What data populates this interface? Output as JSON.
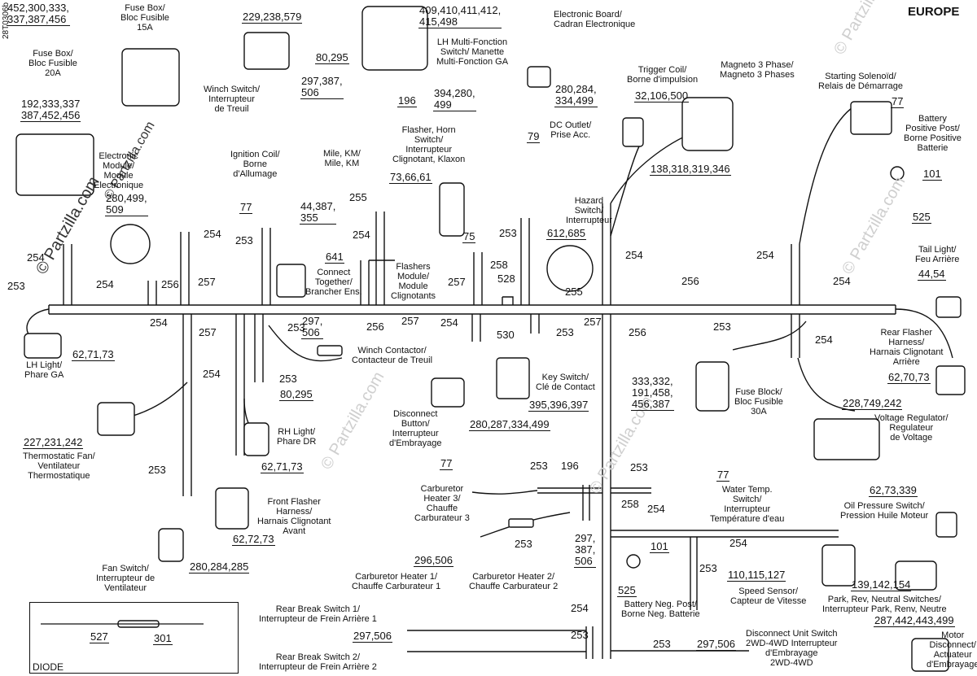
{
  "header": {
    "region": "EUROPE",
    "doc_code": "28T0306b"
  },
  "watermark": {
    "brand": "© Partzilla.com"
  },
  "components": {
    "fuse15": {
      "name": "Fuse Box/\nBloc Fusible\n15A",
      "part": "452,300,333,\n337,387,456"
    },
    "fuse20": {
      "name": "Fuse Box/\nBloc Fusible\n20A",
      "part": "192,333,337\n387,452,456"
    },
    "winch_switch": {
      "name": "Winch Switch/\nInterrupteur\nde Treuil",
      "part": "229,238,579"
    },
    "mile": {
      "name": "Mile, KM/\nMile, KM",
      "part_a": "80,295",
      "part_b": "297,387,\n506",
      "part_c": "196"
    },
    "elec_board": {
      "name": "Electronic Board/\nCadran Electronique",
      "part": "409,410,411,412,\n415,498"
    },
    "lh_multi": {
      "name": "LH Multi-Fonction\nSwitch/ Manette\nMulti-Fonction GA",
      "part_a": "394,280,\n499",
      "part_b": "280,284,\n334,499"
    },
    "trigger": {
      "name": "Trigger Coil/\nBorne d'impulsion",
      "part": "32,106,500"
    },
    "magneto": {
      "name": "Magneto 3 Phase/\nMagneto 3 Phases",
      "part": "138,318,319,346"
    },
    "starting": {
      "name": "Starting Solenoïd/\nRelais de Démarrage",
      "part": "77"
    },
    "battery_pos": {
      "name": "Battery\nPositive Post/\nBorne Positive\nBatterie",
      "part_a": "101",
      "part_b": "525"
    },
    "electronic_module": {
      "name": "Electronic\nModule/\nModule\nElectronique",
      "part": "280,499,\n509"
    },
    "ignition": {
      "name": "Ignition Coil/\nBorne\nd'Allumage",
      "part": "77"
    },
    "flasher_horn": {
      "name": "Flasher, Horn\nSwitch/\nInterrupteur\nClignotant, Klaxon",
      "part": "73,66,61"
    },
    "dc_outlet": {
      "name": "DC Outlet/\nPrise Acc.",
      "part": "79"
    },
    "hazard": {
      "name": "Hazard\nSwitch/\nInterrupteur",
      "part": "612,685"
    },
    "connect_together": {
      "name": "Connect\nTogether/\nBrancher Ens.",
      "part_a": "44,387,\n355",
      "part_b": "641"
    },
    "flashers_module": {
      "name": "Flashers\nModule/\nModule\nClignotants",
      "part": "75"
    },
    "tail_light": {
      "name": "Tail Light/\nFeu Arrière",
      "part": "44,54"
    },
    "lh_light": {
      "name": "LH Light/\nPhare GA",
      "part": "62,71,73"
    },
    "winch_contactor": {
      "name": "Winch Contactor/\nContacteur de Treuil",
      "part_a": "297,\n506",
      "part_b": "80,295"
    },
    "key_switch": {
      "name": "Key Switch/\nClé de Contact",
      "part": "395,396,397"
    },
    "rear_flasher": {
      "name": "Rear Flasher\nHarness/\nHarnais Clignotant\nArrière",
      "part": "62,70,73"
    },
    "fuse_block": {
      "name": "Fuse Block/\nBloc Fusible\n30A",
      "part": "333,332,\n191,458,\n456,387"
    },
    "disconnect_button": {
      "name": "Disconnect\nButton/\nInterrupteur\nd'Embrayage",
      "part": "280,287,334,499"
    },
    "thermo_fan": {
      "name": "Thermostatic Fan/\nVentilateur\nThermostatique",
      "part": "227,231,242"
    },
    "rh_light": {
      "name": "RH Light/\nPhare DR",
      "part": "62,71,73"
    },
    "voltage_reg": {
      "name": "Voltage Regulator/\nRegulateur\nde Voltage",
      "part": "228,749,242"
    },
    "front_flasher": {
      "name": "Front Flasher\nHarness/\nHarnais Clignotant\nAvant",
      "part": "62,72,73"
    },
    "carb3": {
      "name": "Carburetor\nHeater 3/\nChauffe\nCarburateur 3",
      "part": "77"
    },
    "water_temp": {
      "name": "Water Temp.\nSwitch/\nInterrupteur\nTempérature d'eau",
      "part": "77"
    },
    "oil_pressure": {
      "name": "Oil Pressure Switch/\nPression Huile Moteur",
      "part": "62,73,339"
    },
    "fan_switch": {
      "name": "Fan Switch/\nInterrupteur de\nVentilateur",
      "part": "280,284,285"
    },
    "carb1": {
      "name": "Carburetor Heater 1/\nChauffe Carburateur 1",
      "part": "296,506"
    },
    "carb2": {
      "name": "Carburetor Heater 2/\nChauffe Carburateur 2",
      "part": "297,\n387,\n506"
    },
    "battery_neg": {
      "name": "Battery Neg. Post/\nBorne Neg. Batterie",
      "part_a": "101",
      "part_b": "525"
    },
    "speed_sensor": {
      "name": "Speed Sensor/\nCapteur de Vitesse",
      "part": "110,115,127"
    },
    "park_switch": {
      "name": "Park, Rev, Neutral Switches/\nInterrupteur Park, Renv, Neutre",
      "part": "139,142,154"
    },
    "rear_break1": {
      "name": "Rear Break Switch 1/\nInterrupteur de Frein Arrière 1",
      "part": "297,506"
    },
    "rear_break2": {
      "name": "Rear Break Switch 2/\nInterrupteur de Frein Arrière 2"
    },
    "disconnect_unit": {
      "name": "Disconnect Unit Switch\n2WD-4WD Interrupteur\nd'Embrayage\n2WD-4WD",
      "part": "297,506"
    },
    "motor_disconnect": {
      "name": "Motor\nDisconnect/\nActuateur\nd'Embrayage",
      "part": "287,442,443,499"
    }
  },
  "wire_codes": {
    "w196": "196",
    "w253": "253",
    "w254": "254",
    "w255": "255",
    "w256": "256",
    "w257": "257",
    "w258": "258",
    "w528": "528",
    "w530": "530"
  },
  "diode": {
    "title": "DIODE",
    "part_a": "527",
    "part_b": "301"
  }
}
